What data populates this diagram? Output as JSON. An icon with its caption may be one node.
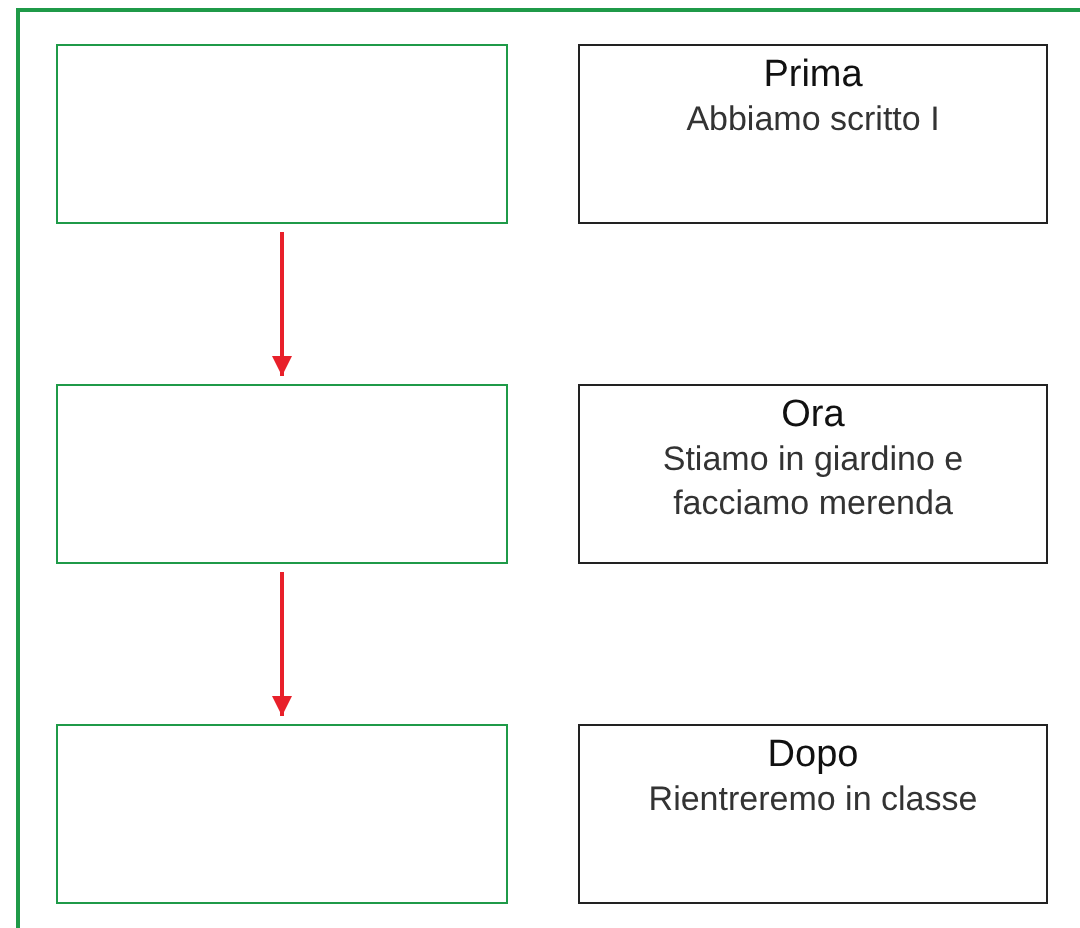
{
  "diagram": {
    "nodes": [
      {
        "text": [],
        "shape": "box"
      },
      {
        "text": [
          "Prima",
          "Abbiamo scritto I"
        ]
      },
      {
        "text": [],
        "shape": "box"
      },
      {
        "text": [
          "Ora",
          "Stiamo in giardino e facciamo merenda"
        ]
      },
      {
        "text": [],
        "shape": "box"
      },
      {
        "text": [
          "Dopo",
          "Rientreremo in classe"
        ]
      }
    ],
    "edges": [
      {
        "from": 0,
        "to": 2,
        "arrow": "to"
      },
      {
        "from": 2,
        "to": 4,
        "arrow": "to"
      }
    ]
  }
}
